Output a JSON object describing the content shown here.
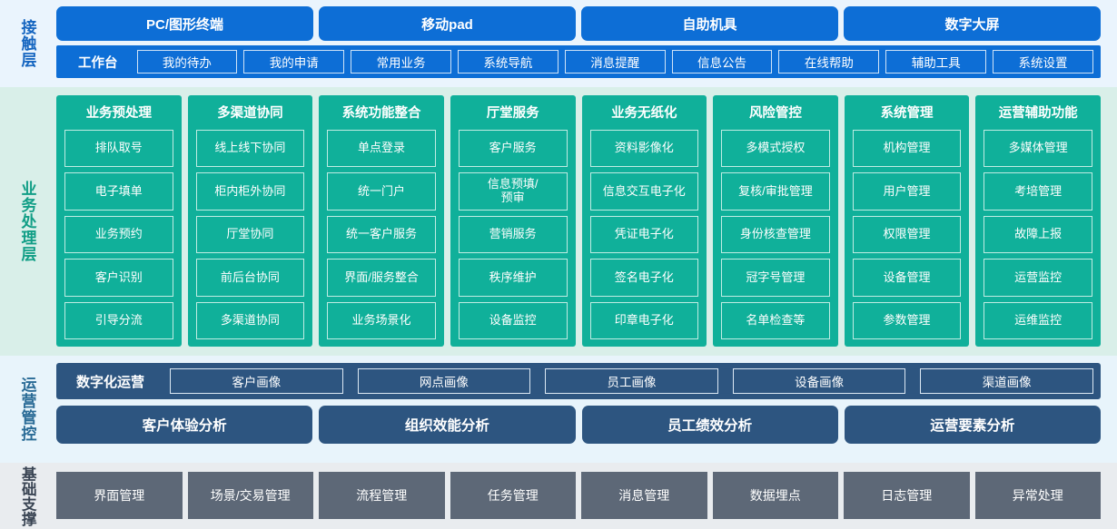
{
  "layers": {
    "contact": {
      "label": "接触层",
      "channels": [
        "PC/图形终端",
        "移动pad",
        "自助机具",
        "数字大屏"
      ],
      "functions_title": "工作台",
      "functions": [
        "我的待办",
        "我的申请",
        "常用业务",
        "系统导航",
        "消息提醒",
        "信息公告",
        "在线帮助",
        "辅助工具",
        "系统设置"
      ],
      "accent": "#0d6ed6",
      "background": "#eaf4fd"
    },
    "business": {
      "label": "业务处理层",
      "accent": "#10b09a",
      "background": "#d9efe9",
      "columns": [
        {
          "title": "业务预处理",
          "items": [
            "排队取号",
            "电子填单",
            "业务预约",
            "客户识别",
            "引导分流"
          ]
        },
        {
          "title": "多渠道协同",
          "items": [
            "线上线下协同",
            "柜内柜外协同",
            "厅堂协同",
            "前后台协同",
            "多渠道协同"
          ]
        },
        {
          "title": "系统功能整合",
          "items": [
            "单点登录",
            "统一门户",
            "统一客户服务",
            "界面/服务整合",
            "业务场景化"
          ]
        },
        {
          "title": "厅堂服务",
          "items": [
            "客户服务",
            "信息预填/\n预审",
            "营销服务",
            "秩序维护",
            "设备监控"
          ]
        },
        {
          "title": "业务无纸化",
          "items": [
            "资料影像化",
            "信息交互电子化",
            "凭证电子化",
            "签名电子化",
            "印章电子化"
          ]
        },
        {
          "title": "风险管控",
          "items": [
            "多模式授权",
            "复核/审批管理",
            "身份核查管理",
            "冠字号管理",
            "名单检查等"
          ]
        },
        {
          "title": "系统管理",
          "items": [
            "机构管理",
            "用户管理",
            "权限管理",
            "设备管理",
            "参数管理"
          ]
        },
        {
          "title": "运营辅助功能",
          "items": [
            "多媒体管理",
            "考培管理",
            "故障上报",
            "运营监控",
            "运维监控"
          ]
        }
      ]
    },
    "operations": {
      "label": "运营管控",
      "accent": "#2d5580",
      "background": "#e8f4fb",
      "digital_title": "数字化运营",
      "portraits": [
        "客户画像",
        "网点画像",
        "员工画像",
        "设备画像",
        "渠道画像"
      ],
      "analyses": [
        "客户体验分析",
        "组织效能分析",
        "员工绩效分析",
        "运营要素分析"
      ]
    },
    "foundation": {
      "label": "基础支撑",
      "accent": "#5d6877",
      "background": "#e9ecef",
      "items": [
        "界面管理",
        "场景/交易管理",
        "流程管理",
        "任务管理",
        "消息管理",
        "数据埋点",
        "日志管理",
        "异常处理"
      ]
    }
  }
}
